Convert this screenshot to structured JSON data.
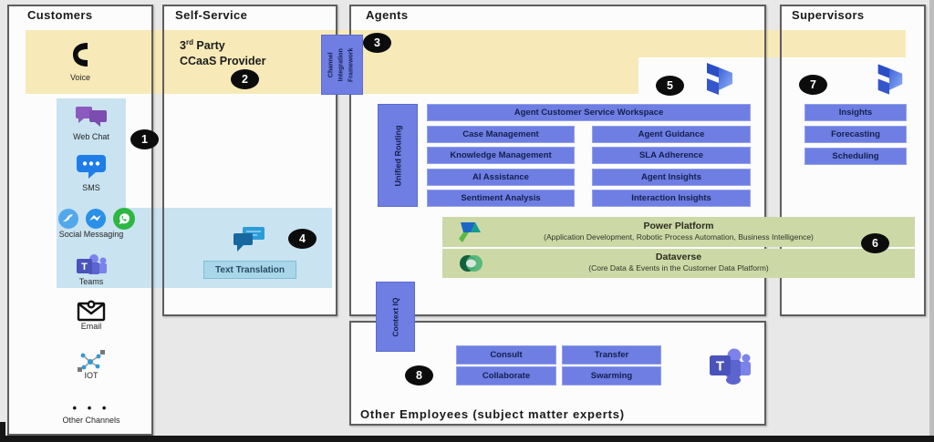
{
  "panels": {
    "customers": "Customers",
    "self_service": "Self-Service",
    "agents": "Agents",
    "supervisors": "Supervisors",
    "other_employees": "Other Employees (subject matter experts)"
  },
  "customers": {
    "channels": [
      {
        "label": "Voice"
      },
      {
        "label": "Web Chat"
      },
      {
        "label": "SMS"
      },
      {
        "label": "Social Messaging"
      },
      {
        "label": "Teams"
      },
      {
        "label": "Email"
      },
      {
        "label": "IOT"
      },
      {
        "label": "Other Channels"
      }
    ],
    "other_channels_glyph": "• • •"
  },
  "self_service": {
    "provider_num": "3",
    "provider_ord": "rd",
    "provider_rest": " Party",
    "provider_line2": "CCaaS Provider",
    "text_translation": "Text Translation"
  },
  "vertical_labels": {
    "cif_line1": "Channel",
    "cif_line2": "Integration",
    "cif_line3": "Framework",
    "unified_routing": "Unified Routing",
    "context_iq": "Context IQ"
  },
  "agents": {
    "workspace": "Agent Customer Service Workspace",
    "left_boxes": [
      "Case Management",
      "Knowledge Management",
      "AI Assistance",
      "Sentiment Analysis"
    ],
    "right_boxes": [
      "Agent Guidance",
      "SLA Adherence",
      "Agent Insights",
      "Interaction Insights"
    ]
  },
  "supervisors": {
    "boxes": [
      "Insights",
      "Forecasting",
      "Scheduling"
    ]
  },
  "platform": {
    "power_platform_title": "Power Platform",
    "power_platform_sub": "(Application Development, Robotic Process Automation, Business Intelligence)",
    "dataverse_title": "Dataverse",
    "dataverse_sub": "(Core Data & Events in the Customer Data Platform)"
  },
  "collaboration": {
    "boxes": [
      "Consult",
      "Transfer",
      "Collaborate",
      "Swarming"
    ]
  },
  "badges": [
    "1",
    "2",
    "3",
    "4",
    "5",
    "6",
    "7",
    "8"
  ],
  "colors": {
    "yellow_band": "#f7eab8",
    "light_blue_band": "#c9e3f0",
    "periwinkle_box": "#6e7ee2",
    "green_band": "#ccd9a6",
    "badge_black": "#0c0c0c",
    "translation_label": "#a9d6e8"
  }
}
